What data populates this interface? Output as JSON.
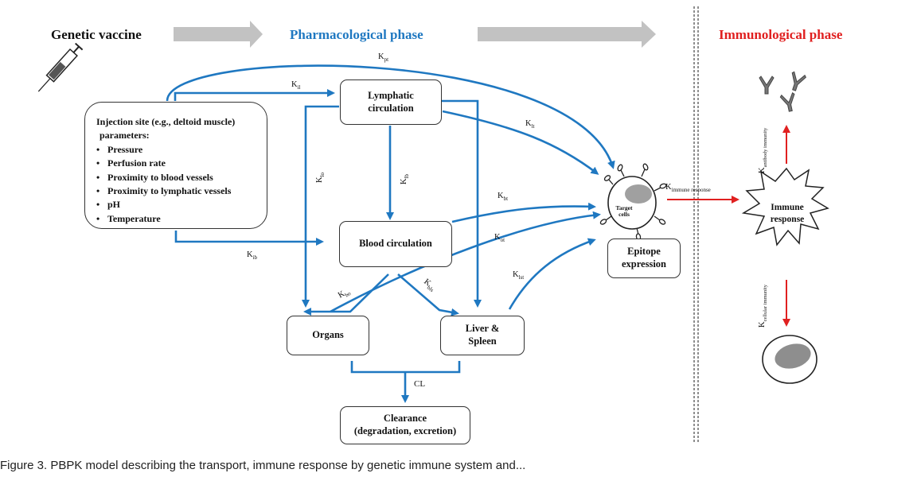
{
  "phases": {
    "genetic_vaccine": "Genetic vaccine",
    "pharmacological": "Pharmacological phase",
    "immunological": "Immunological phase"
  },
  "colors": {
    "blue_arrow": "#1f78c1",
    "red_arrow": "#e02020",
    "grey_arrow": "#c2c2c2",
    "pharmacological_text": "#1f78c1",
    "immunological_text": "#e02020"
  },
  "injection_site": {
    "title": "Injection site (e.g., deltoid muscle)",
    "subtitle": "parameters:",
    "parameters": [
      "Pressure",
      "Perfusion rate",
      "Proximity to blood vessels",
      "Proximity to lymphatic vessels",
      "pH",
      "Temperature"
    ]
  },
  "boxes": {
    "lymphatic": "Lymphatic\ncirculation",
    "blood": "Blood circulation",
    "organs": "Organs",
    "liver": "Liver &\nSpleen",
    "clearance": "Clearance\n(degradation, excretion)",
    "epitope": "Epitope\nexpression"
  },
  "cells": {
    "target": "Target\ncells",
    "immune_response": "Immune\nresponse"
  },
  "rates": {
    "k_pt": {
      "k": "K",
      "sub": "pt"
    },
    "k_il": {
      "k": "K",
      "sub": "il"
    },
    "k_lt": {
      "k": "K",
      "sub": "lt"
    },
    "k_lo": {
      "k": "K",
      "sub": "lo"
    },
    "k_lb": {
      "k": "K",
      "sub": "lb"
    },
    "k_bt": {
      "k": "K",
      "sub": "bt"
    },
    "k_ot": {
      "k": "K",
      "sub": "ot"
    },
    "k_ib": {
      "k": "K",
      "sub": "ib"
    },
    "k_bo": {
      "k": "K",
      "sub": "bo"
    },
    "k_bls": {
      "k": "K",
      "sub": "bls"
    },
    "k_lst": {
      "k": "K",
      "sub": "lst"
    },
    "k_immune": {
      "k": "K",
      "sub": "immune response"
    },
    "k_antibody": {
      "k": "K",
      "sub": "antibody immunity"
    },
    "k_cellular": {
      "k": "K",
      "sub": "cellular immunity"
    },
    "cl": "CL"
  },
  "caption": "Figure 3. PBPK model describing the transport, immune response by genetic immune system and..."
}
